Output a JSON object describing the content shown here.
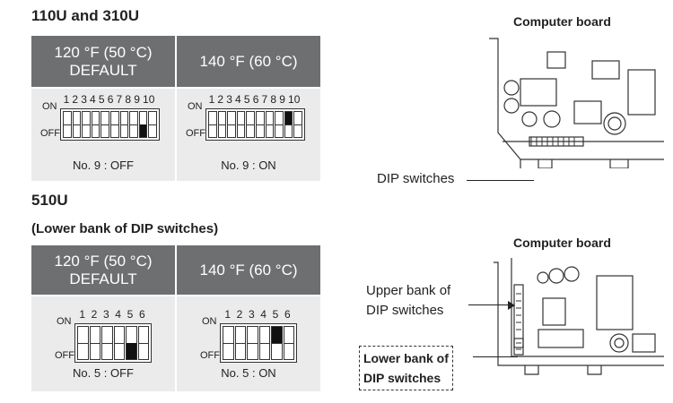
{
  "section1": {
    "title": "110U and 310U",
    "headers": [
      [
        "120 °F (50 °C)",
        "DEFAULT"
      ],
      [
        "140 °F (60 °C)"
      ]
    ],
    "cells": [
      {
        "count": 10,
        "active": 9,
        "state": "off",
        "caption": "No. 9 : OFF"
      },
      {
        "count": 10,
        "active": 9,
        "state": "on",
        "caption": "No. 9 : ON"
      }
    ]
  },
  "section2": {
    "title": "510U",
    "subtitle": "(Lower bank of DIP switches)",
    "headers": [
      [
        "120 °F (50 °C)",
        "DEFAULT"
      ],
      [
        "140 °F (60 °C)"
      ]
    ],
    "cells": [
      {
        "count": 6,
        "active": 5,
        "state": "off",
        "caption": "No. 5 : OFF"
      },
      {
        "count": 6,
        "active": 5,
        "state": "on",
        "caption": "No. 5 : ON"
      }
    ]
  },
  "labels": {
    "on": "ON",
    "off": "OFF"
  },
  "board1": {
    "title": "Computer board",
    "dip_label": "DIP switches"
  },
  "board2": {
    "title": "Computer board",
    "upper_label": [
      "Upper bank of",
      "DIP switches"
    ],
    "lower_label": [
      "Lower bank of",
      "DIP switches"
    ]
  }
}
